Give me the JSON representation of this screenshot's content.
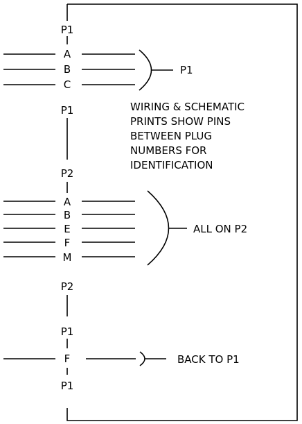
{
  "plug_labels": {
    "p1_top": "P1",
    "p1_after_group1": "P1",
    "p2_top": "P2",
    "p2_bottom": "P2",
    "p1_before_group3": "P1",
    "p1_bottom": "P1"
  },
  "groups": [
    {
      "pins": [
        "A",
        "B",
        "C"
      ],
      "target": "P1"
    },
    {
      "pins": [
        "A",
        "B",
        "E",
        "F",
        "M"
      ],
      "target": "ALL ON P2"
    },
    {
      "pins": [
        "F"
      ],
      "target": "BACK TO P1"
    }
  ],
  "note": {
    "lines": [
      "WIRING & SCHEMATIC",
      "PRINTS SHOW PINS",
      "BETWEEN PLUG",
      "NUMBERS FOR",
      "IDENTIFICATION"
    ]
  }
}
